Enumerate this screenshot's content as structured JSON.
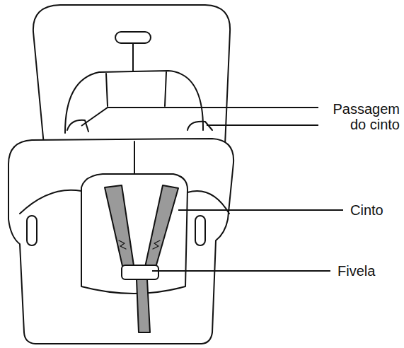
{
  "diagram": {
    "labels": [
      "Passagem do cinto",
      "Cinto",
      "Fivela"
    ]
  }
}
